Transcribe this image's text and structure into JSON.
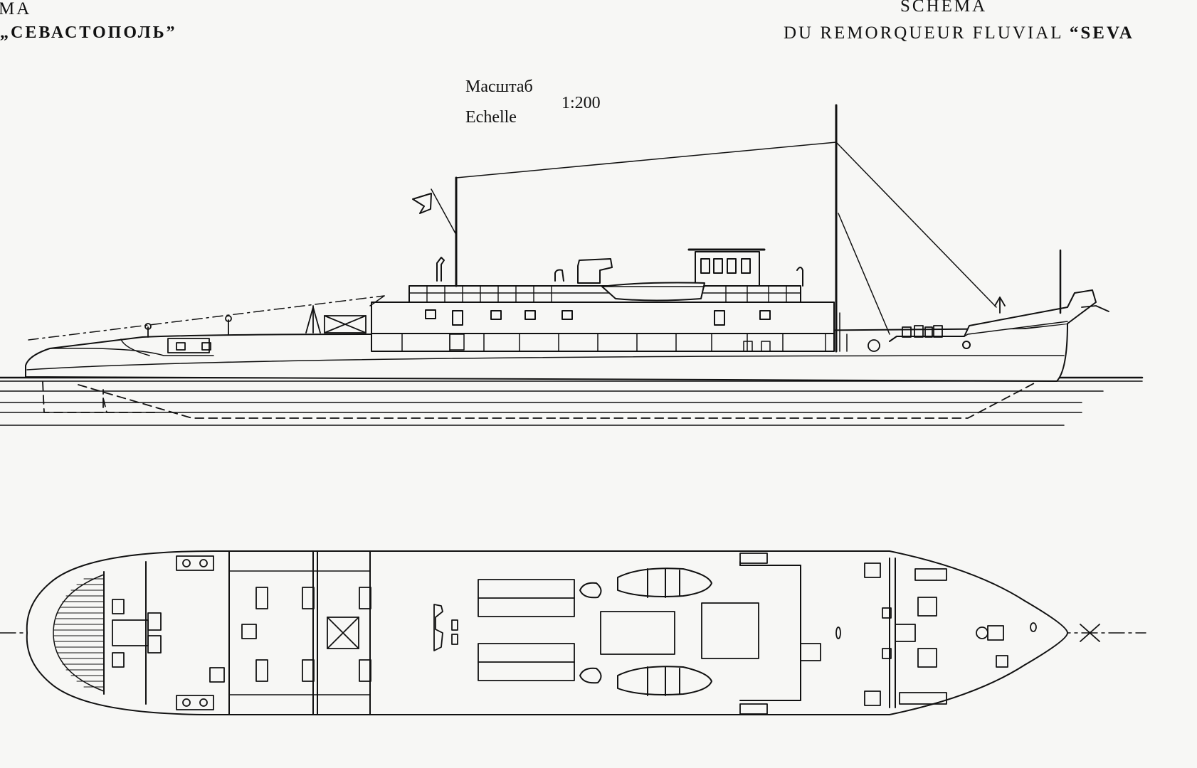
{
  "header_left": {
    "line1": "МА",
    "line2": "„СЕВАСТОПОЛЬ”"
  },
  "header_right": {
    "line1": "SCHEMA",
    "line2_prefix": "DU REMORQUEUR FLUVIAL ",
    "line2_name": "“SEVA"
  },
  "scale": {
    "label_ru": "Масштаб",
    "label_fr": "Echelle",
    "value": "1:200"
  },
  "views": [
    "side-elevation",
    "deck-plan"
  ],
  "colors": {
    "ink": "#111111",
    "paper": "#f7f7f5"
  }
}
